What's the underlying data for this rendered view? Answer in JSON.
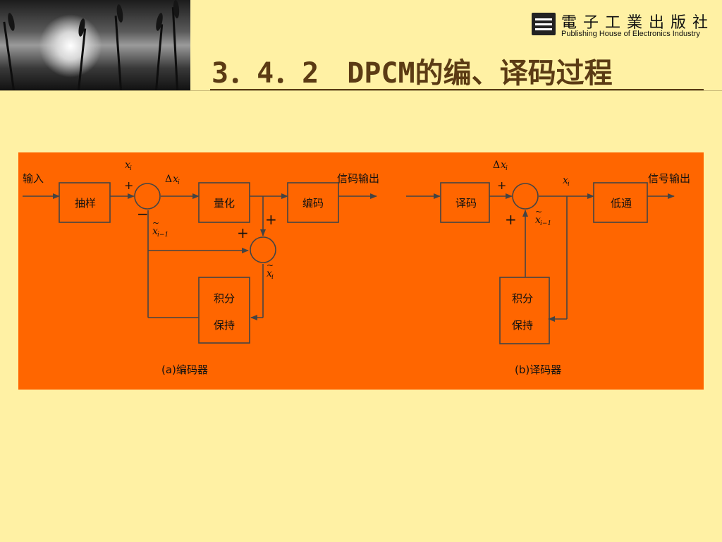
{
  "header": {
    "publisher_cn": "電子工業出版社",
    "publisher_en": "Publishing House of Electronics Industry",
    "title": "3．4．2　DPCM的编、译码过程"
  },
  "colors": {
    "background": "#fff1a4",
    "diagram_bg": "#ff6600",
    "title": "#5b3b14",
    "line": "#444444"
  },
  "encoder": {
    "input": "输入",
    "sample": "抽样",
    "quantize": "量化",
    "encode": "编码",
    "output": "信码输出",
    "integrator_line1": "积分",
    "integrator_line2": "保持",
    "caption": "(a)编码器",
    "plus_top": "+",
    "minus": "−",
    "plus_adder2_top": "+",
    "plus_adder2_left": "+"
  },
  "decoder": {
    "decode": "译码",
    "lowpass": "低通",
    "output": "信号输出",
    "integrator_line1": "积分",
    "integrator_line2": "保持",
    "caption": "(b)译码器",
    "plus_top": "+",
    "plus_left": "+"
  },
  "symbols": {
    "x": "x",
    "i": "i",
    "delta": "Δ",
    "i_minus_1": "i−1",
    "tilde": "~"
  }
}
